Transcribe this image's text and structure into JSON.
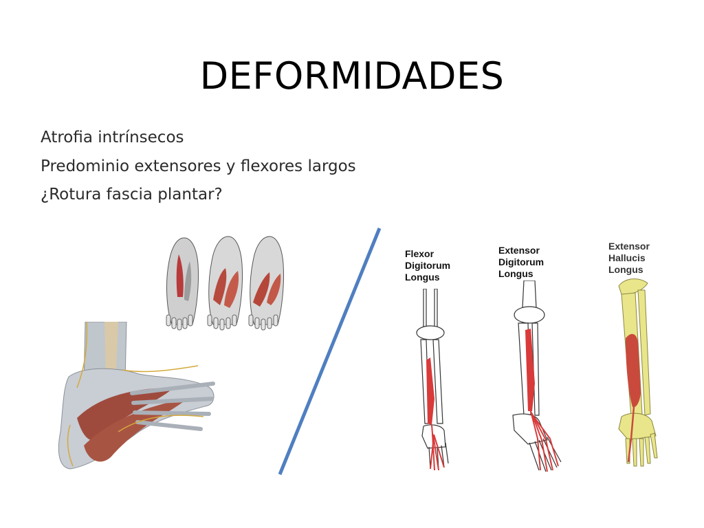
{
  "slide": {
    "title": "DEFORMIDADES",
    "bullets": [
      "Atrofia intrínsecos",
      "Predominio extensores y flexores largos",
      "¿Rotura fascia plantar?"
    ]
  },
  "figures": {
    "divider_color": "#4f7fc0",
    "fdl_label": [
      "Flexor",
      "Digitorum",
      "Longus"
    ],
    "edl_label": [
      "Extensor",
      "Digitorum",
      "Longus"
    ],
    "ehl_label": [
      "Extensor",
      "Hallucis",
      "Longus"
    ]
  }
}
